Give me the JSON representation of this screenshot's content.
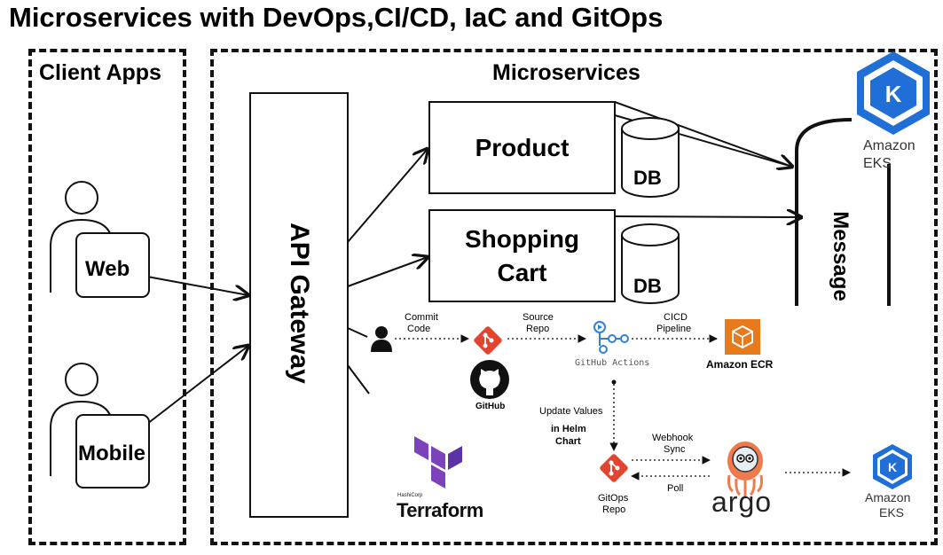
{
  "title": "Microservices with DevOps,CI/CD, IaC and GitOps",
  "client_apps": {
    "label": "Client Apps",
    "web": "Web",
    "mobile": "Mobile"
  },
  "microservices": {
    "label": "Microservices",
    "api_gateway": "API Gateway",
    "product": "Product",
    "shopping_cart_line1": "Shopping",
    "shopping_cart_line2": "Cart",
    "db": "DB",
    "message": "Message"
  },
  "eks_top": {
    "line1": "Amazon",
    "line2": "EKS"
  },
  "pipeline": {
    "commit_code_1": "Commit",
    "commit_code_2": "Code",
    "source_repo_1": "Source",
    "source_repo_2": "Repo",
    "github": "GitHub",
    "github_actions": "GitHub Actions",
    "cicd_pipeline_1": "CICD",
    "cicd_pipeline_2": "Pipeline",
    "amazon_ecr": "Amazon ECR",
    "update_values_1": "Update Values",
    "update_values_2": "in Helm",
    "update_values_3": "Chart",
    "webhook_sync_1": "Webhook",
    "webhook_sync_2": "Sync",
    "poll": "Poll",
    "gitops_repo_1": "GitOps",
    "gitops_repo_2": "Repo",
    "argo": "argo",
    "eks_bottom_1": "Amazon",
    "eks_bottom_2": "EKS",
    "hashicorp": "HashiCorp",
    "terraform": "Terraform"
  },
  "colors": {
    "eks_blue": "#1f6fd6",
    "git_red": "#e2452f",
    "terraform_purple": "#7b42bc",
    "ecr_orange": "#e87a1e",
    "actions_blue": "#2f82d6",
    "argo_orange": "#ef7b4d"
  }
}
